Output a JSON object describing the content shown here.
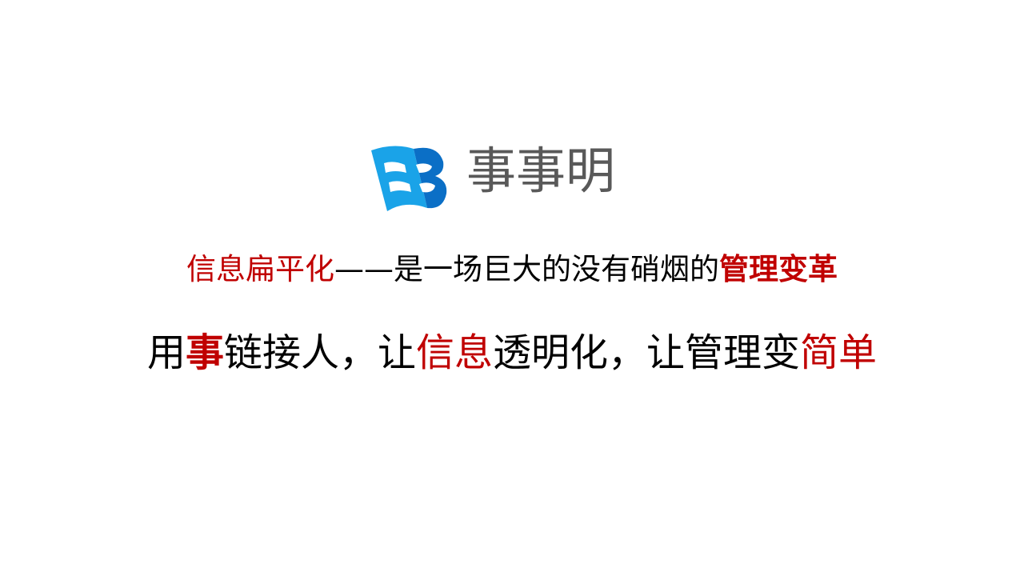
{
  "brand": {
    "name": "事事明",
    "logo_colors": [
      "#1aa3e8",
      "#0b6fc6"
    ]
  },
  "line1": {
    "a": "信息扁平化",
    "b": "——是一场巨大的没有硝烟的",
    "c": "管理变革"
  },
  "line2": {
    "a": "用",
    "b": "事",
    "c": "链接人，让",
    "d": "信息",
    "e": "透明化，让管理变",
    "f": "简单"
  },
  "colors": {
    "accent": "#c00000",
    "text": "#000000",
    "brand_text": "#595959"
  }
}
